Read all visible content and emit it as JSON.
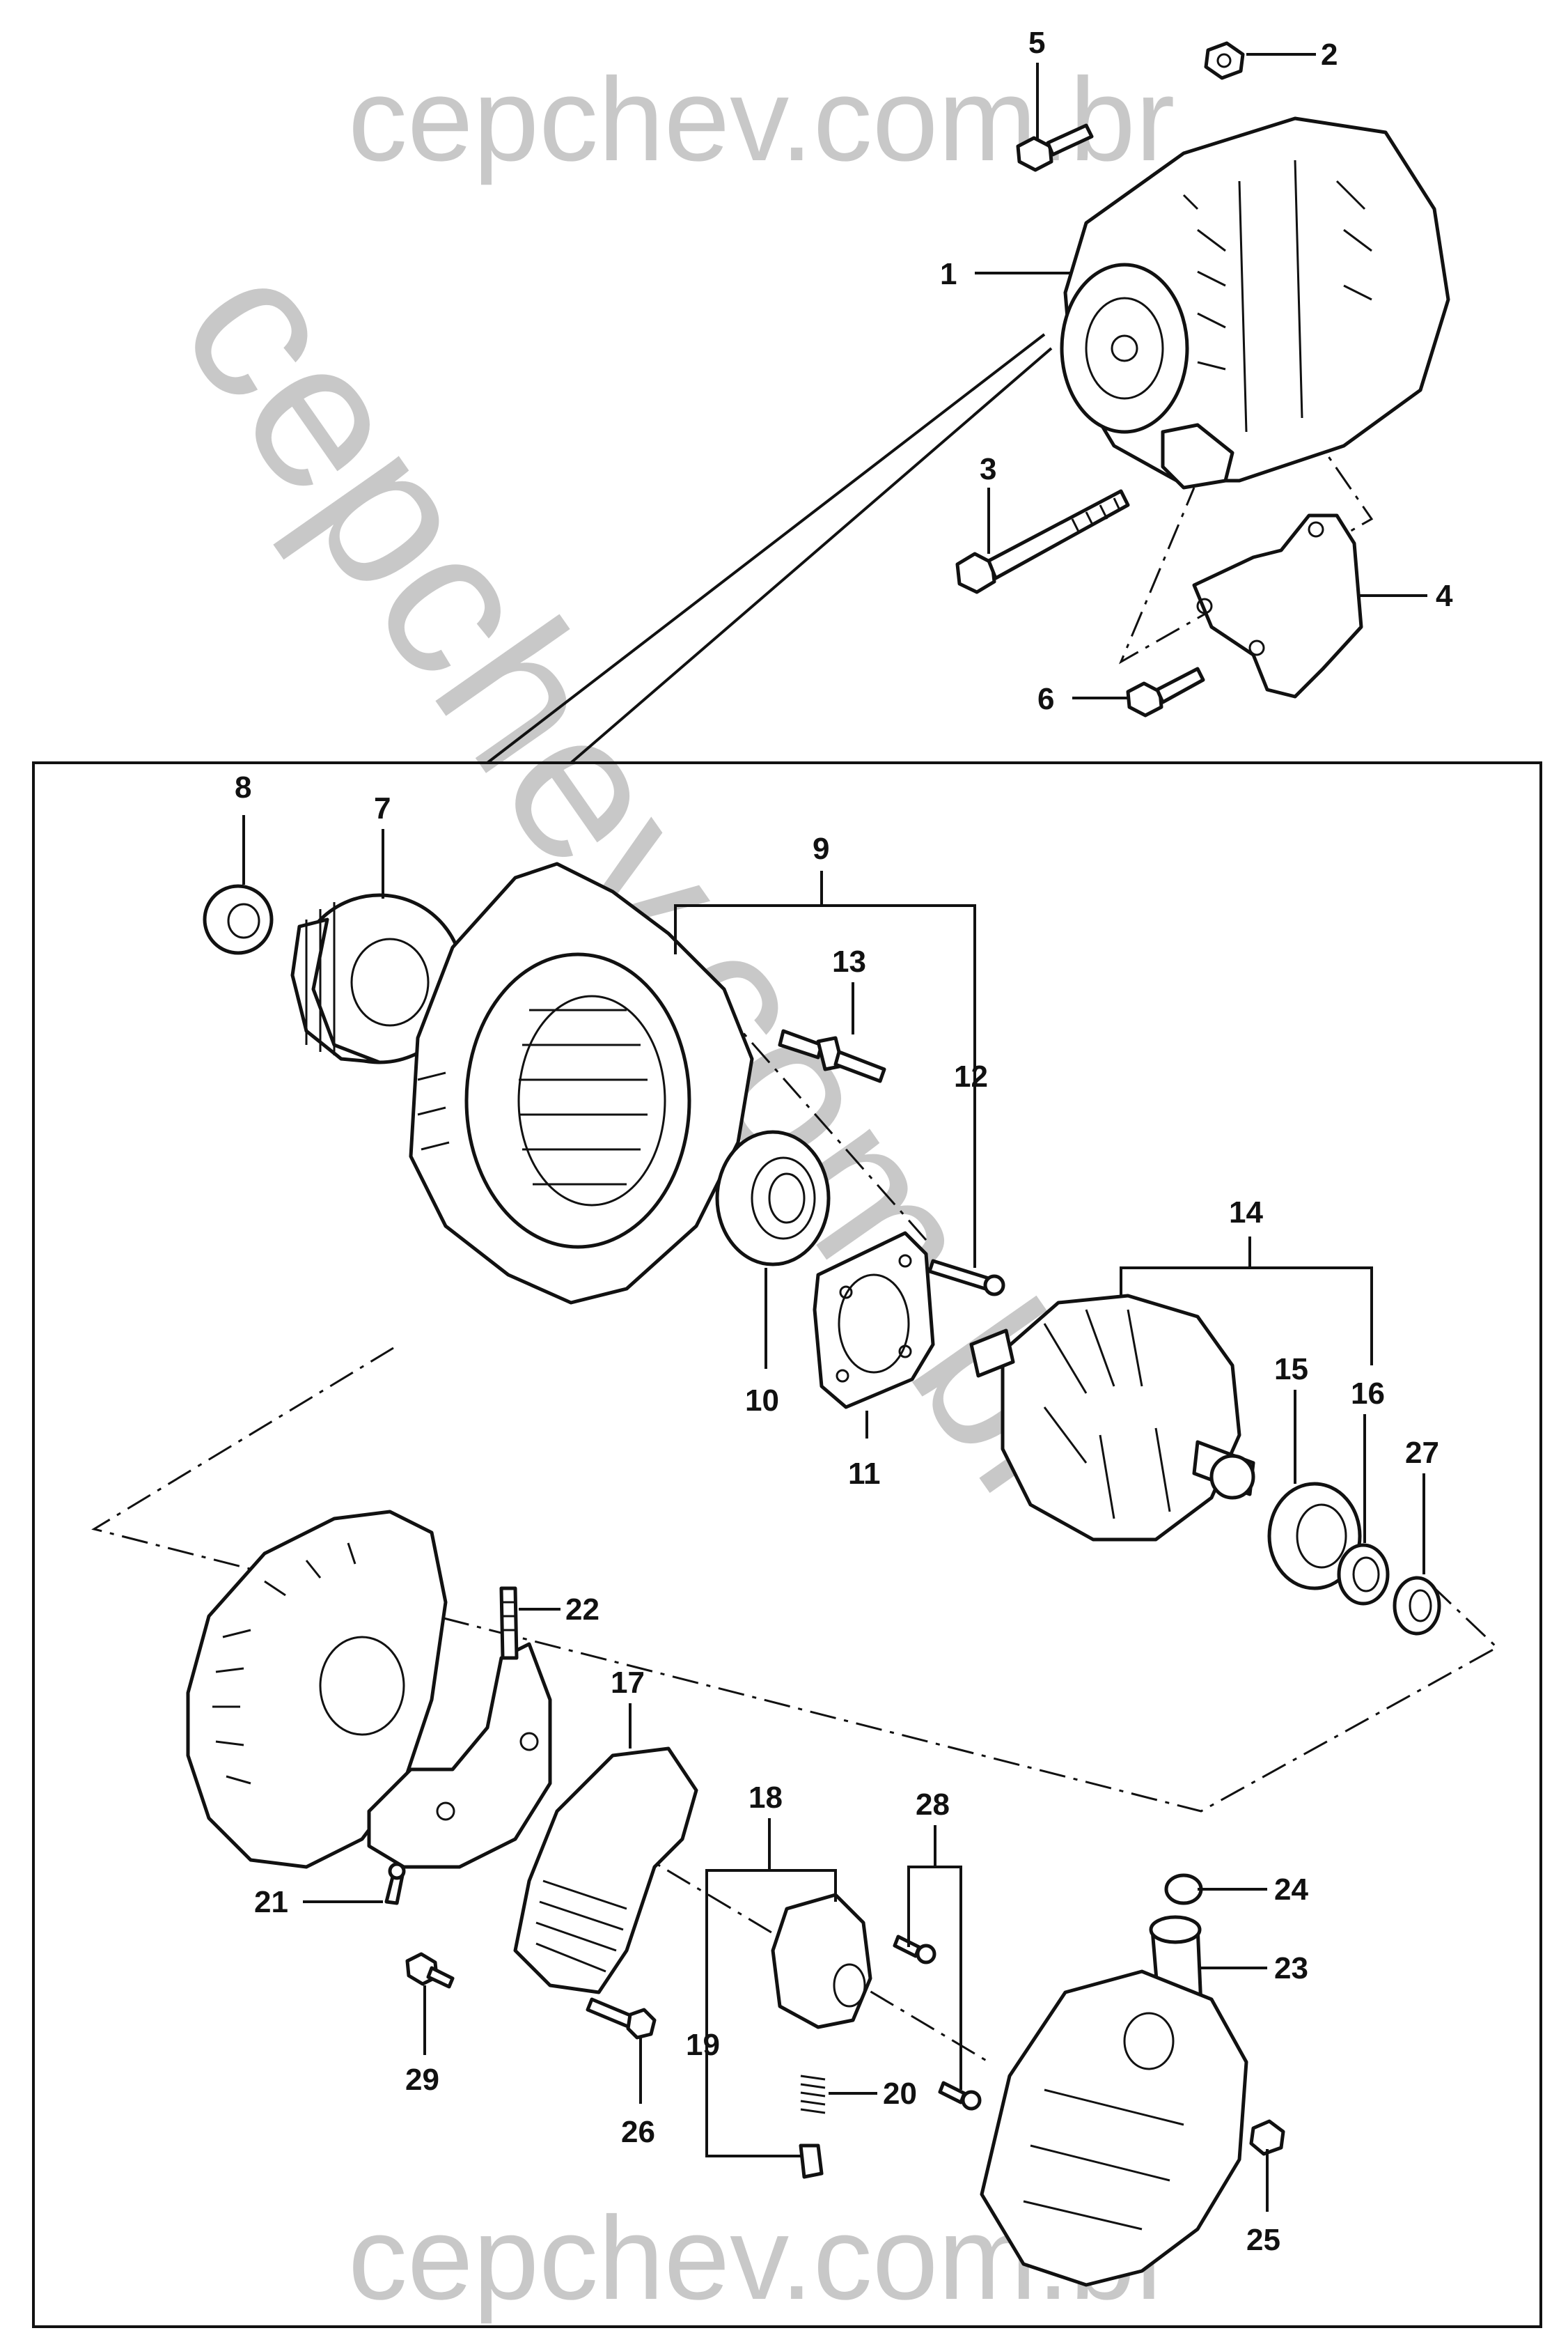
{
  "watermark": {
    "top": "cepchev.com.br",
    "diagonal": "cepchev.com.br",
    "bottom": "cepchev.com.br",
    "color": "#c8c8c8"
  },
  "callouts": {
    "c1": "1",
    "c2": "2",
    "c3": "3",
    "c4": "4",
    "c5": "5",
    "c6": "6",
    "c7": "7",
    "c8": "8",
    "c9": "9",
    "c10": "10",
    "c11": "11",
    "c12": "12",
    "c13": "13",
    "c14": "14",
    "c15": "15",
    "c16": "16",
    "c17": "17",
    "c18": "18",
    "c19": "19",
    "c20": "20",
    "c21": "21",
    "c22": "22",
    "c23": "23",
    "c24": "24",
    "c25": "25",
    "c26": "26",
    "c27": "27",
    "c28": "28",
    "c29": "29"
  }
}
